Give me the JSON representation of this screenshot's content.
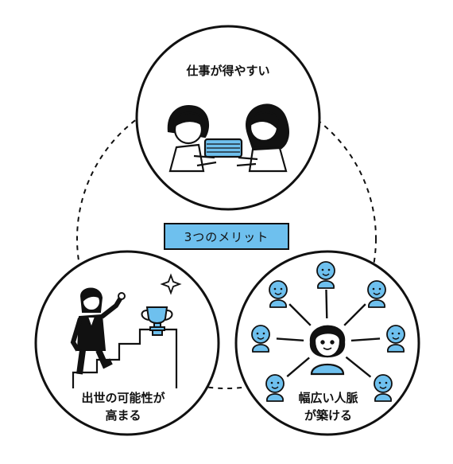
{
  "title": "3つのメリット",
  "benefits": [
    {
      "label": "仕事が得やすい"
    },
    {
      "label_line1": "出世の可能性が",
      "label_line2": "高まる"
    },
    {
      "label_line1": "幅広い人脈",
      "label_line2": "が築ける"
    }
  ],
  "colors": {
    "accent_blue": "#6ec0ee",
    "outline": "#111111",
    "background": "#ffffff"
  }
}
